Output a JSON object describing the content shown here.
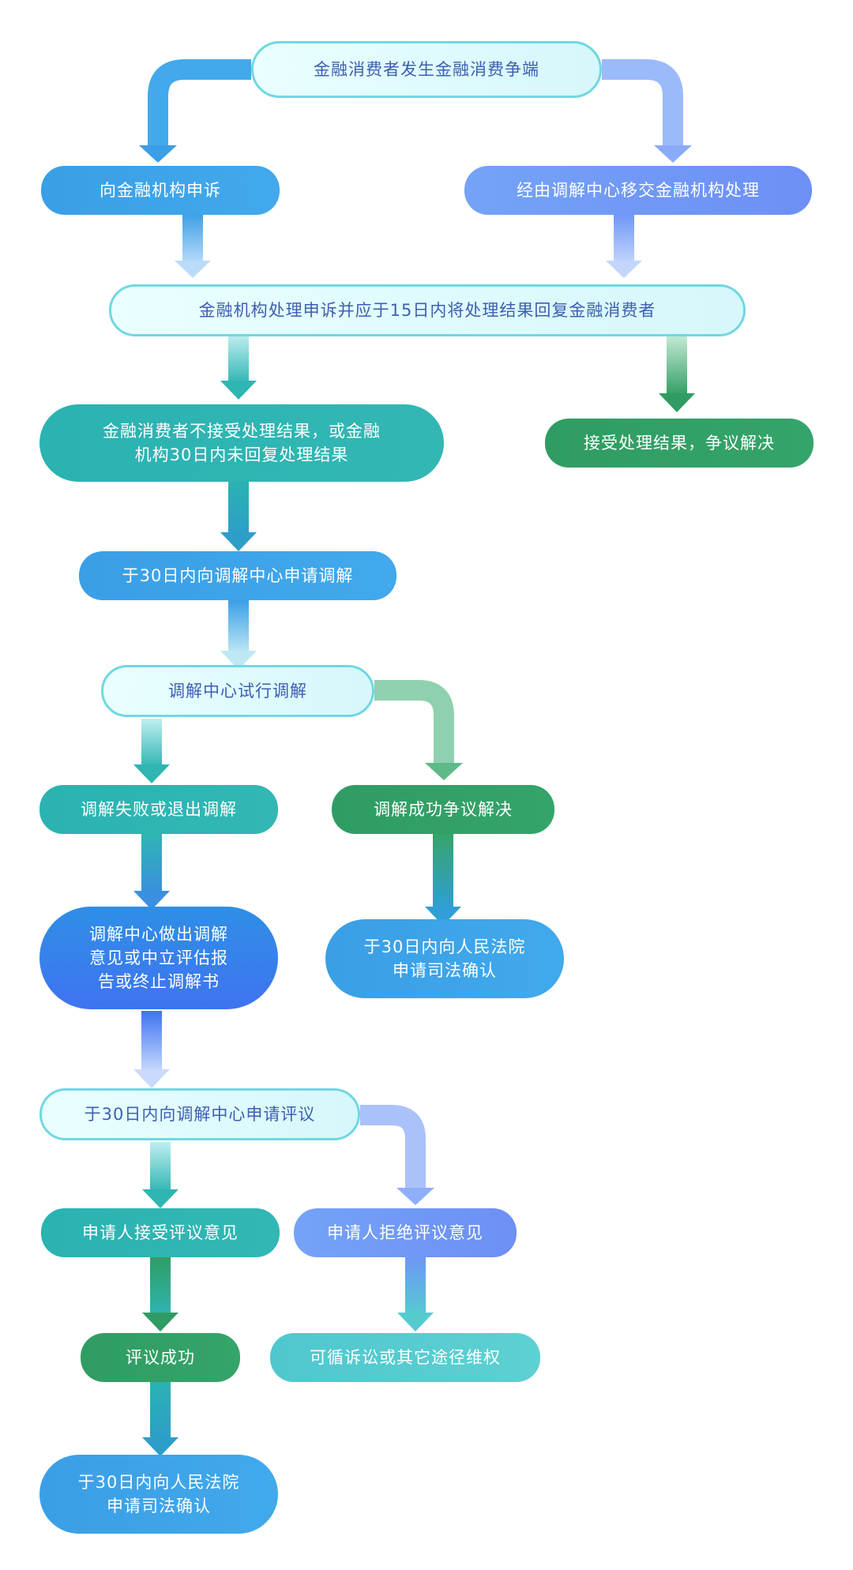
{
  "colors": {
    "light_fill": "#e4fbfd",
    "light_border": "#6fd8e2",
    "light_text": "#3d5fb0",
    "blue": "#3ba3e8",
    "periwinkle": "#7198f6",
    "teal": "#2fb5b2",
    "green": "#319f66",
    "aqua": "#55cbd0",
    "deep_blue": "#3a7fee"
  },
  "nodes": {
    "dispute": "金融消费者发生金融消费争端",
    "complain": "向金融机构申诉",
    "transfer": "经由调解中心移交金融机构处理",
    "handle": "金融机构处理申诉并应于15日内将处理结果回复金融消费者",
    "not_accept": "金融消费者不接受处理结果，或金融\n机构30日内未回复处理结果",
    "accept": "接受处理结果，争议解决",
    "apply_mediation": "于30日内向调解中心申请调解",
    "trial_mediation": "调解中心试行调解",
    "mediation_fail": "调解失败或退出调解",
    "mediation_success": "调解成功争议解决",
    "opinion": "调解中心做出调解\n意见或中立评估报\n告或终止调解书",
    "judicial_1": "于30日内向人民法院\n申请司法确认",
    "apply_review": "于30日内向调解中心申请评议",
    "accept_review": "申请人接受评议意见",
    "reject_review": "申请人拒绝评议意见",
    "review_success": "评议成功",
    "litigation": "可循诉讼或其它途径维权",
    "judicial_2": "于30日内向人民法院\n申请司法确认"
  }
}
